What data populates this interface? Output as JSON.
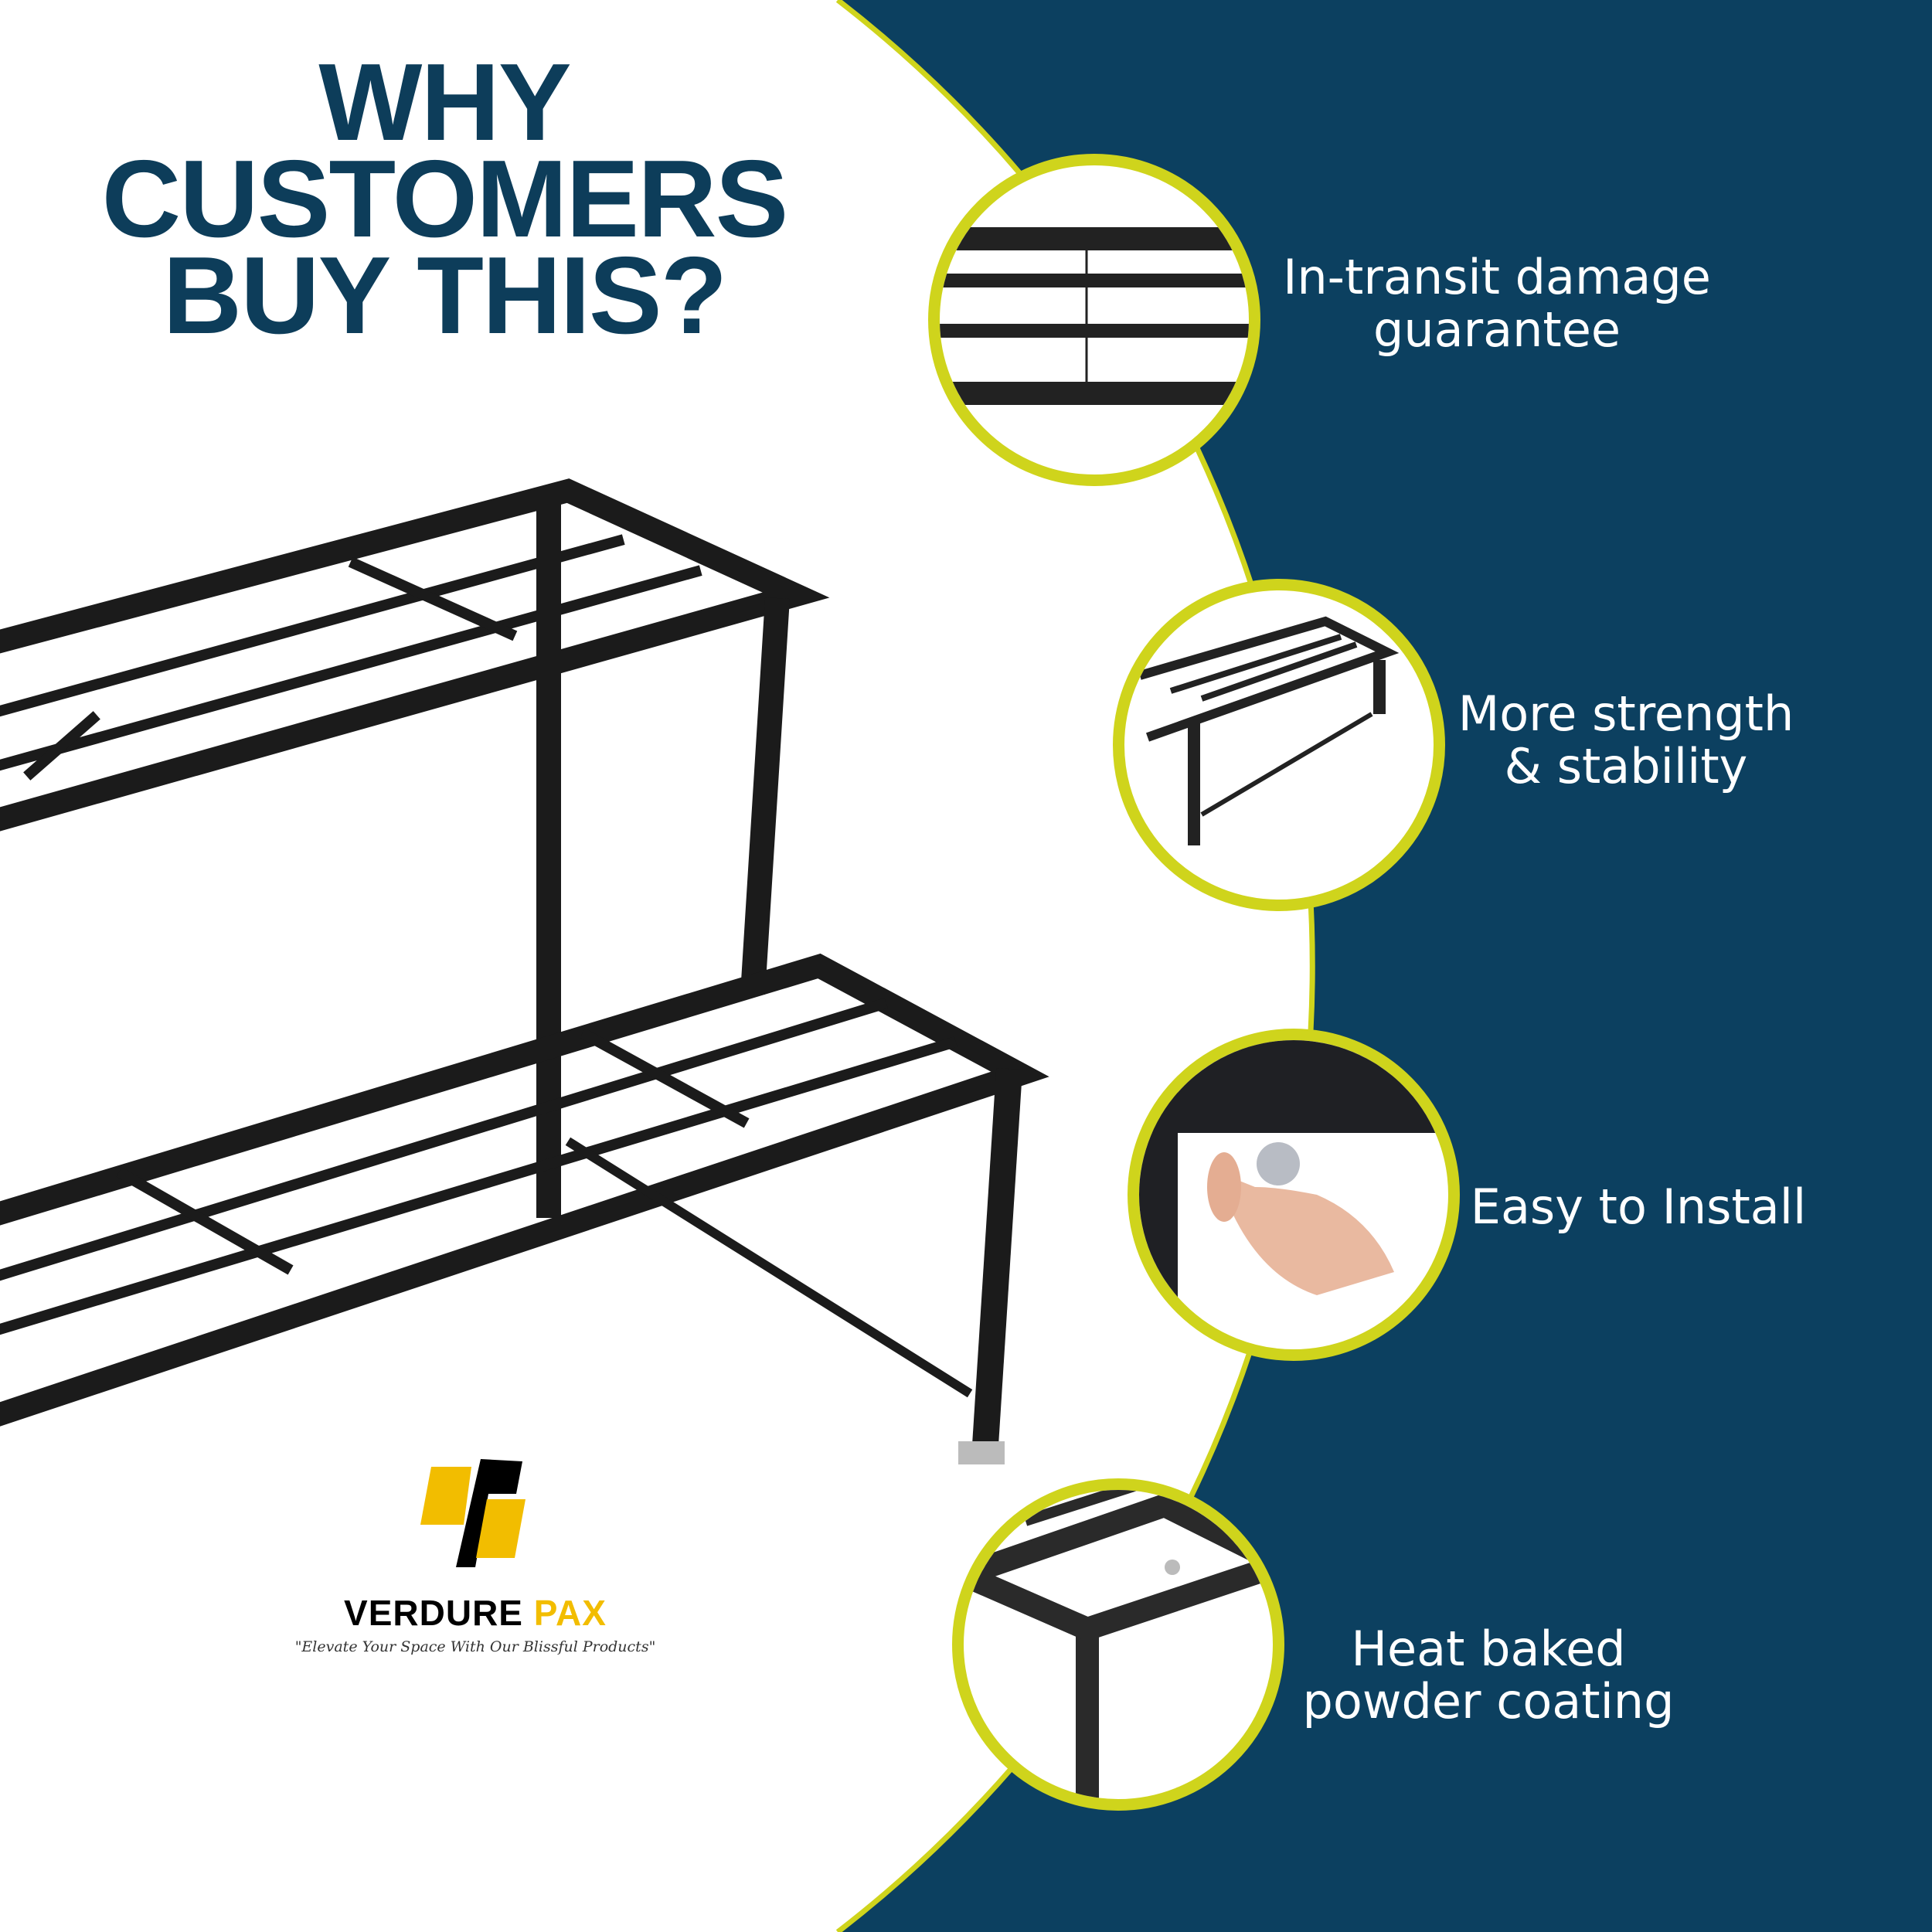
{
  "title": {
    "line1": "WHY CUSTOMERS",
    "line2": "BUY THIS?"
  },
  "features": [
    {
      "line1": "In-transit damage",
      "line2": "guarantee",
      "icon": "grid-bars-closeup"
    },
    {
      "line1": "More strength",
      "line2": "& stability",
      "icon": "stand-corner-closeup"
    },
    {
      "line1": "Easy to Install",
      "line2": "",
      "icon": "wing-nut-hand-closeup"
    },
    {
      "line1": "Heat baked",
      "line2": "powder coating",
      "icon": "coated-frame-closeup"
    }
  ],
  "logo": {
    "name_part1": "VERDURE",
    "name_part2": "PAX",
    "tagline": "\"Elevate Your Space With Our Blissful Products\""
  },
  "colors": {
    "navy": "#0c4060",
    "title": "#0d3d5a",
    "accent_yellow": "#cfd41c",
    "logo_yellow": "#f2bd00"
  }
}
